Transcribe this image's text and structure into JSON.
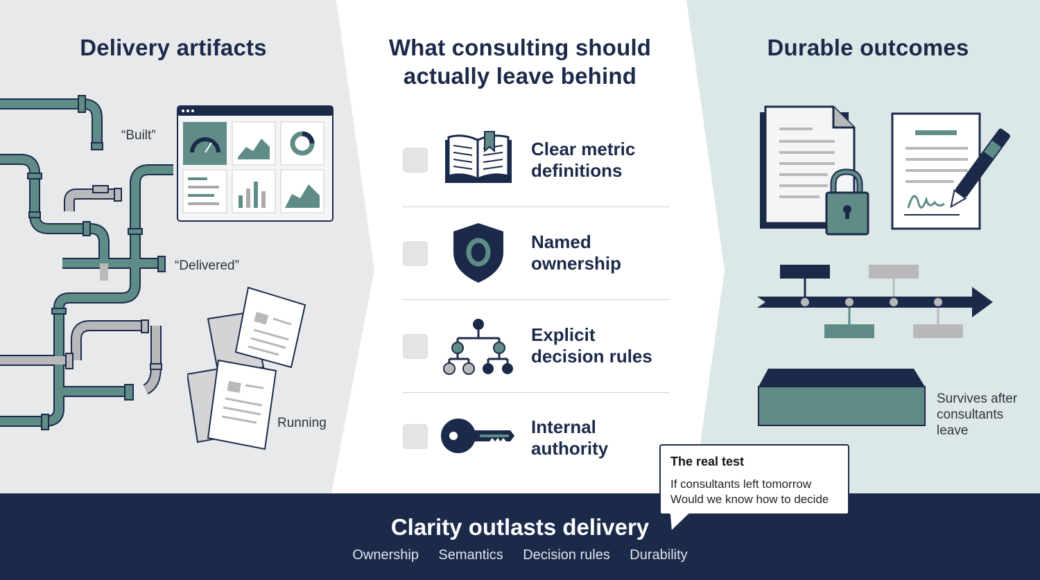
{
  "left": {
    "heading": "Delivery artifacts",
    "label_built": "“Built”",
    "label_delivered": "“Delivered”",
    "label_running": "Running"
  },
  "center": {
    "heading_line1": "What consulting should",
    "heading_line2": "actually leave behind",
    "items": [
      {
        "line1": "Clear metric",
        "line2": "definitions",
        "icon": "book-icon"
      },
      {
        "line1": "Named",
        "line2": "ownership",
        "icon": "shield-icon"
      },
      {
        "line1": "Explicit",
        "line2": "decision rules",
        "icon": "decision-tree-icon"
      },
      {
        "line1": "Internal",
        "line2": "authority",
        "icon": "key-icon"
      }
    ]
  },
  "right": {
    "heading": "Durable outcomes",
    "survives_line1": "Survives after",
    "survives_line2": "consultants",
    "survives_line3": "leave"
  },
  "callout": {
    "title": "The real test",
    "line1": "If consultants left tomorrow",
    "line2": "Would we know how to decide"
  },
  "footer": {
    "title": "Clarity outlasts delivery",
    "tags": [
      "Ownership",
      "Semantics",
      "Decision rules",
      "Durability"
    ]
  },
  "colors": {
    "navy": "#1c2a4a",
    "teal": "#5f8c87",
    "right_bg": "#dce8e8",
    "left_bg": "#e8e9eb",
    "grey": "#b9b9bb"
  }
}
